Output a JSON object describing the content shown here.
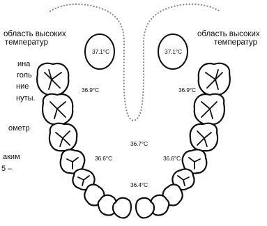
{
  "labels": {
    "left_region_line1": "область высоких",
    "left_region_line2": "температур",
    "right_region_line1": "область высоких",
    "right_region_line2": "температур"
  },
  "left_text_fragments": [
    "ина",
    "голь",
    "ние",
    "нуты.",
    "ометр",
    "аким",
    "5 –"
  ],
  "temperatures": {
    "left_oval": "37.1°C",
    "right_oval": "37.1°C",
    "left_upper": "36.9°C",
    "right_upper": "36.9°C",
    "center_mid": "36.7°C",
    "left_lower": "36.6°C",
    "right_lower": "36.6°C",
    "bottom_center": "36.4°C"
  }
}
